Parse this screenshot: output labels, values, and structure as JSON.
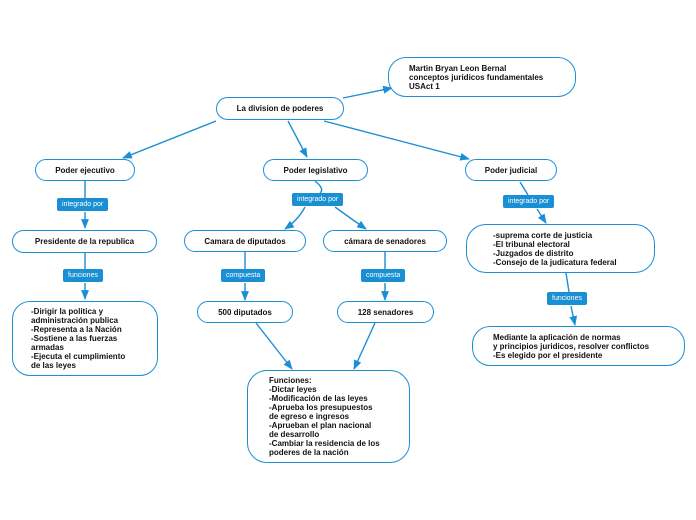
{
  "colors": {
    "accent": "#1b8fd4",
    "node_fill": "#ffffff",
    "text": "#111111"
  },
  "nodes": {
    "root": "La division de poderes",
    "author": "Martin Bryan Leon Bernal\nconceptos juridicos fundamentales\nUSAct 1",
    "ejecutivo": "Poder ejecutivo",
    "legislativo": "Poder legislativo",
    "judicial": "Poder judicial",
    "presidente": "Presidente de la republica",
    "ejecutivo_funciones": "-Dirigir la politica y\nadministración publica\n-Representa a la Nación\n-Sostiene a las fuerzas\narmadas\n-Ejecuta el cumplimiento\nde las leyes",
    "diputados": "Camara de diputados",
    "senadores": "cámara de senadores",
    "num_diputados": "500 diputados",
    "num_senadores": "128 senadores",
    "legislativo_funciones": "Funciones:\n-Dictar leyes\n-Modificación de las leyes\n-Aprueba los presupuestos\nde egreso e ingresos\n-Aprueban el plan nacional\nde desarrollo\n-Cambiar la residencia de los\npoderes de la nación",
    "judicial_organos": "-suprema corte de justicia\n-El tribunal electoral\n-Juzgados de distrito\n-Consejo de la judicatura federal",
    "judicial_funciones": "Mediante la aplicación de normas\ny principios juridicos, resolver conflictos\n-Es elegido por el presidente"
  },
  "tags": {
    "ejecutivo_integrado": "integrado por",
    "ejecutivo_funciones": "funciones",
    "legislativo_integrado": "integrado por",
    "diputados_compuesta": "compuesta",
    "senadores_compuesta": "compuesta",
    "judicial_integrado": "integrado por",
    "judicial_funciones": "funciones"
  }
}
